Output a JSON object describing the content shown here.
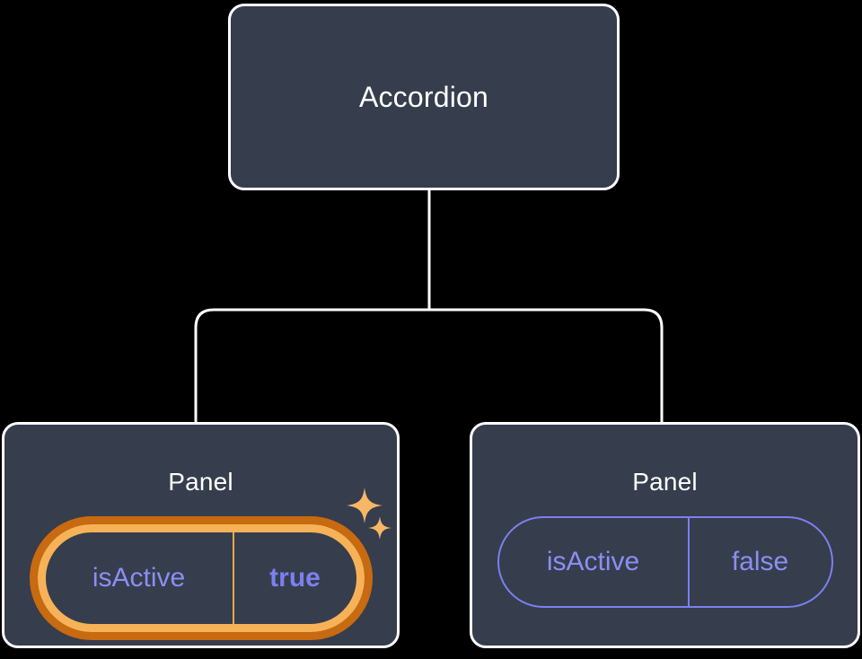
{
  "diagram": {
    "type": "component-tree",
    "background_color": "#000000",
    "node_fill": "#363D4D",
    "node_border": "#FFFFFF",
    "connector_color": "#FFFFFF",
    "accent_active": "#F7B257",
    "accent_active_shadow": "#C76A10",
    "accent_prop": "#8A8FF2"
  },
  "root": {
    "title": "Accordion"
  },
  "panels": [
    {
      "title": "Panel",
      "state": "active",
      "prop": {
        "key": "isActive",
        "value": "true"
      },
      "highlighted": true,
      "sparkles": [
        "sparkle-large",
        "sparkle-small"
      ]
    },
    {
      "title": "Panel",
      "state": "inactive",
      "prop": {
        "key": "isActive",
        "value": "false"
      },
      "highlighted": false,
      "sparkles": []
    }
  ]
}
